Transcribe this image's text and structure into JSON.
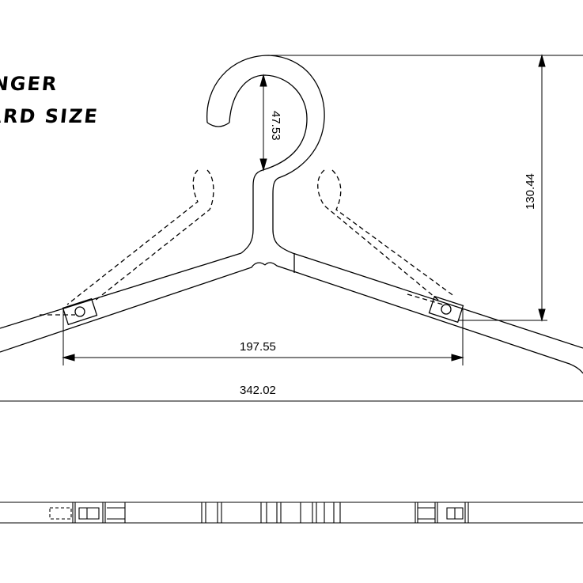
{
  "title": {
    "line1": "HANGER",
    "line2": "STANDARD SIZE"
  },
  "dimensions": {
    "hook_inner": "47.53",
    "total_height": "130.44",
    "pivot_span": "197.55",
    "total_width": "342.02"
  },
  "colors": {
    "line": "#000000",
    "background": "#ffffff"
  }
}
